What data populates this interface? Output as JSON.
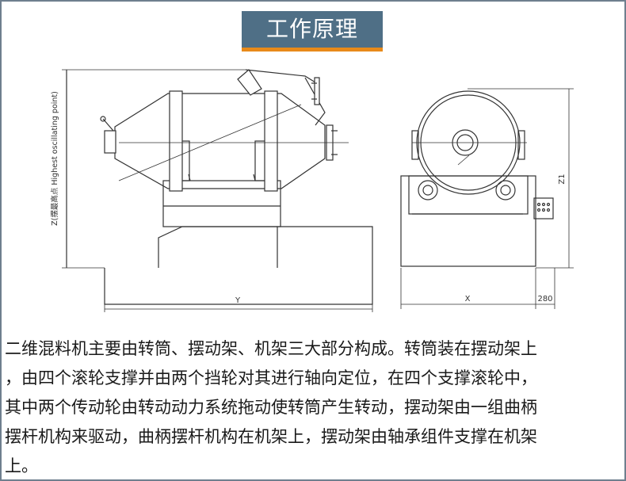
{
  "title": "工作原理",
  "labels": {
    "vertical_left": "Z(摆最高点 Highest oscillating point)",
    "dim_y": "Y",
    "dim_x": "X",
    "dim_280": "280",
    "dim_z1": "Z1"
  },
  "description": [
    "二维混料机主要由转筒、摆动架、机架三大部分构成。转筒装在摆动架上",
    "，由四个滚轮支撑并由两个挡轮对其进行轴向定位，在四个支撑滚轮中，",
    "其中两个传动轮由转动动力系统拖动使转筒产生转动，摆动架由一组曲柄",
    "摆杆机构来驱动，曲柄摆杆机构在机架上，摆动架由轴承组件支撑在机架",
    "上。"
  ],
  "colors": {
    "title_bg": "#4f6f86",
    "title_accent": "#e88a1a",
    "frame": "#6f7f8e"
  }
}
